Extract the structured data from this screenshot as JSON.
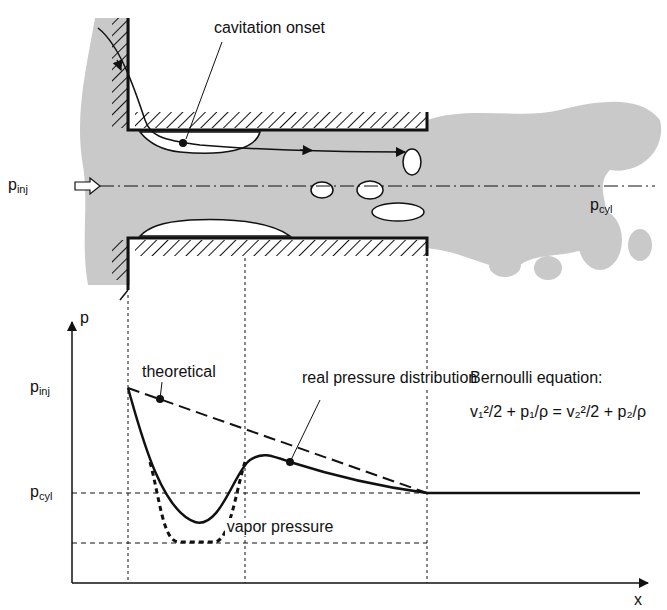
{
  "diagram": {
    "labels": [
      "cavitation onset",
      "pinj",
      "pcyl",
      "p",
      "theoretical",
      "pinj",
      "real pressure distribution",
      "Bernoulli equation:",
      "v₁²/2 + p₁/ρ = v₂²/2 + p₂/ρ",
      "pcyl",
      "vapor pressure",
      "x"
    ]
  }
}
